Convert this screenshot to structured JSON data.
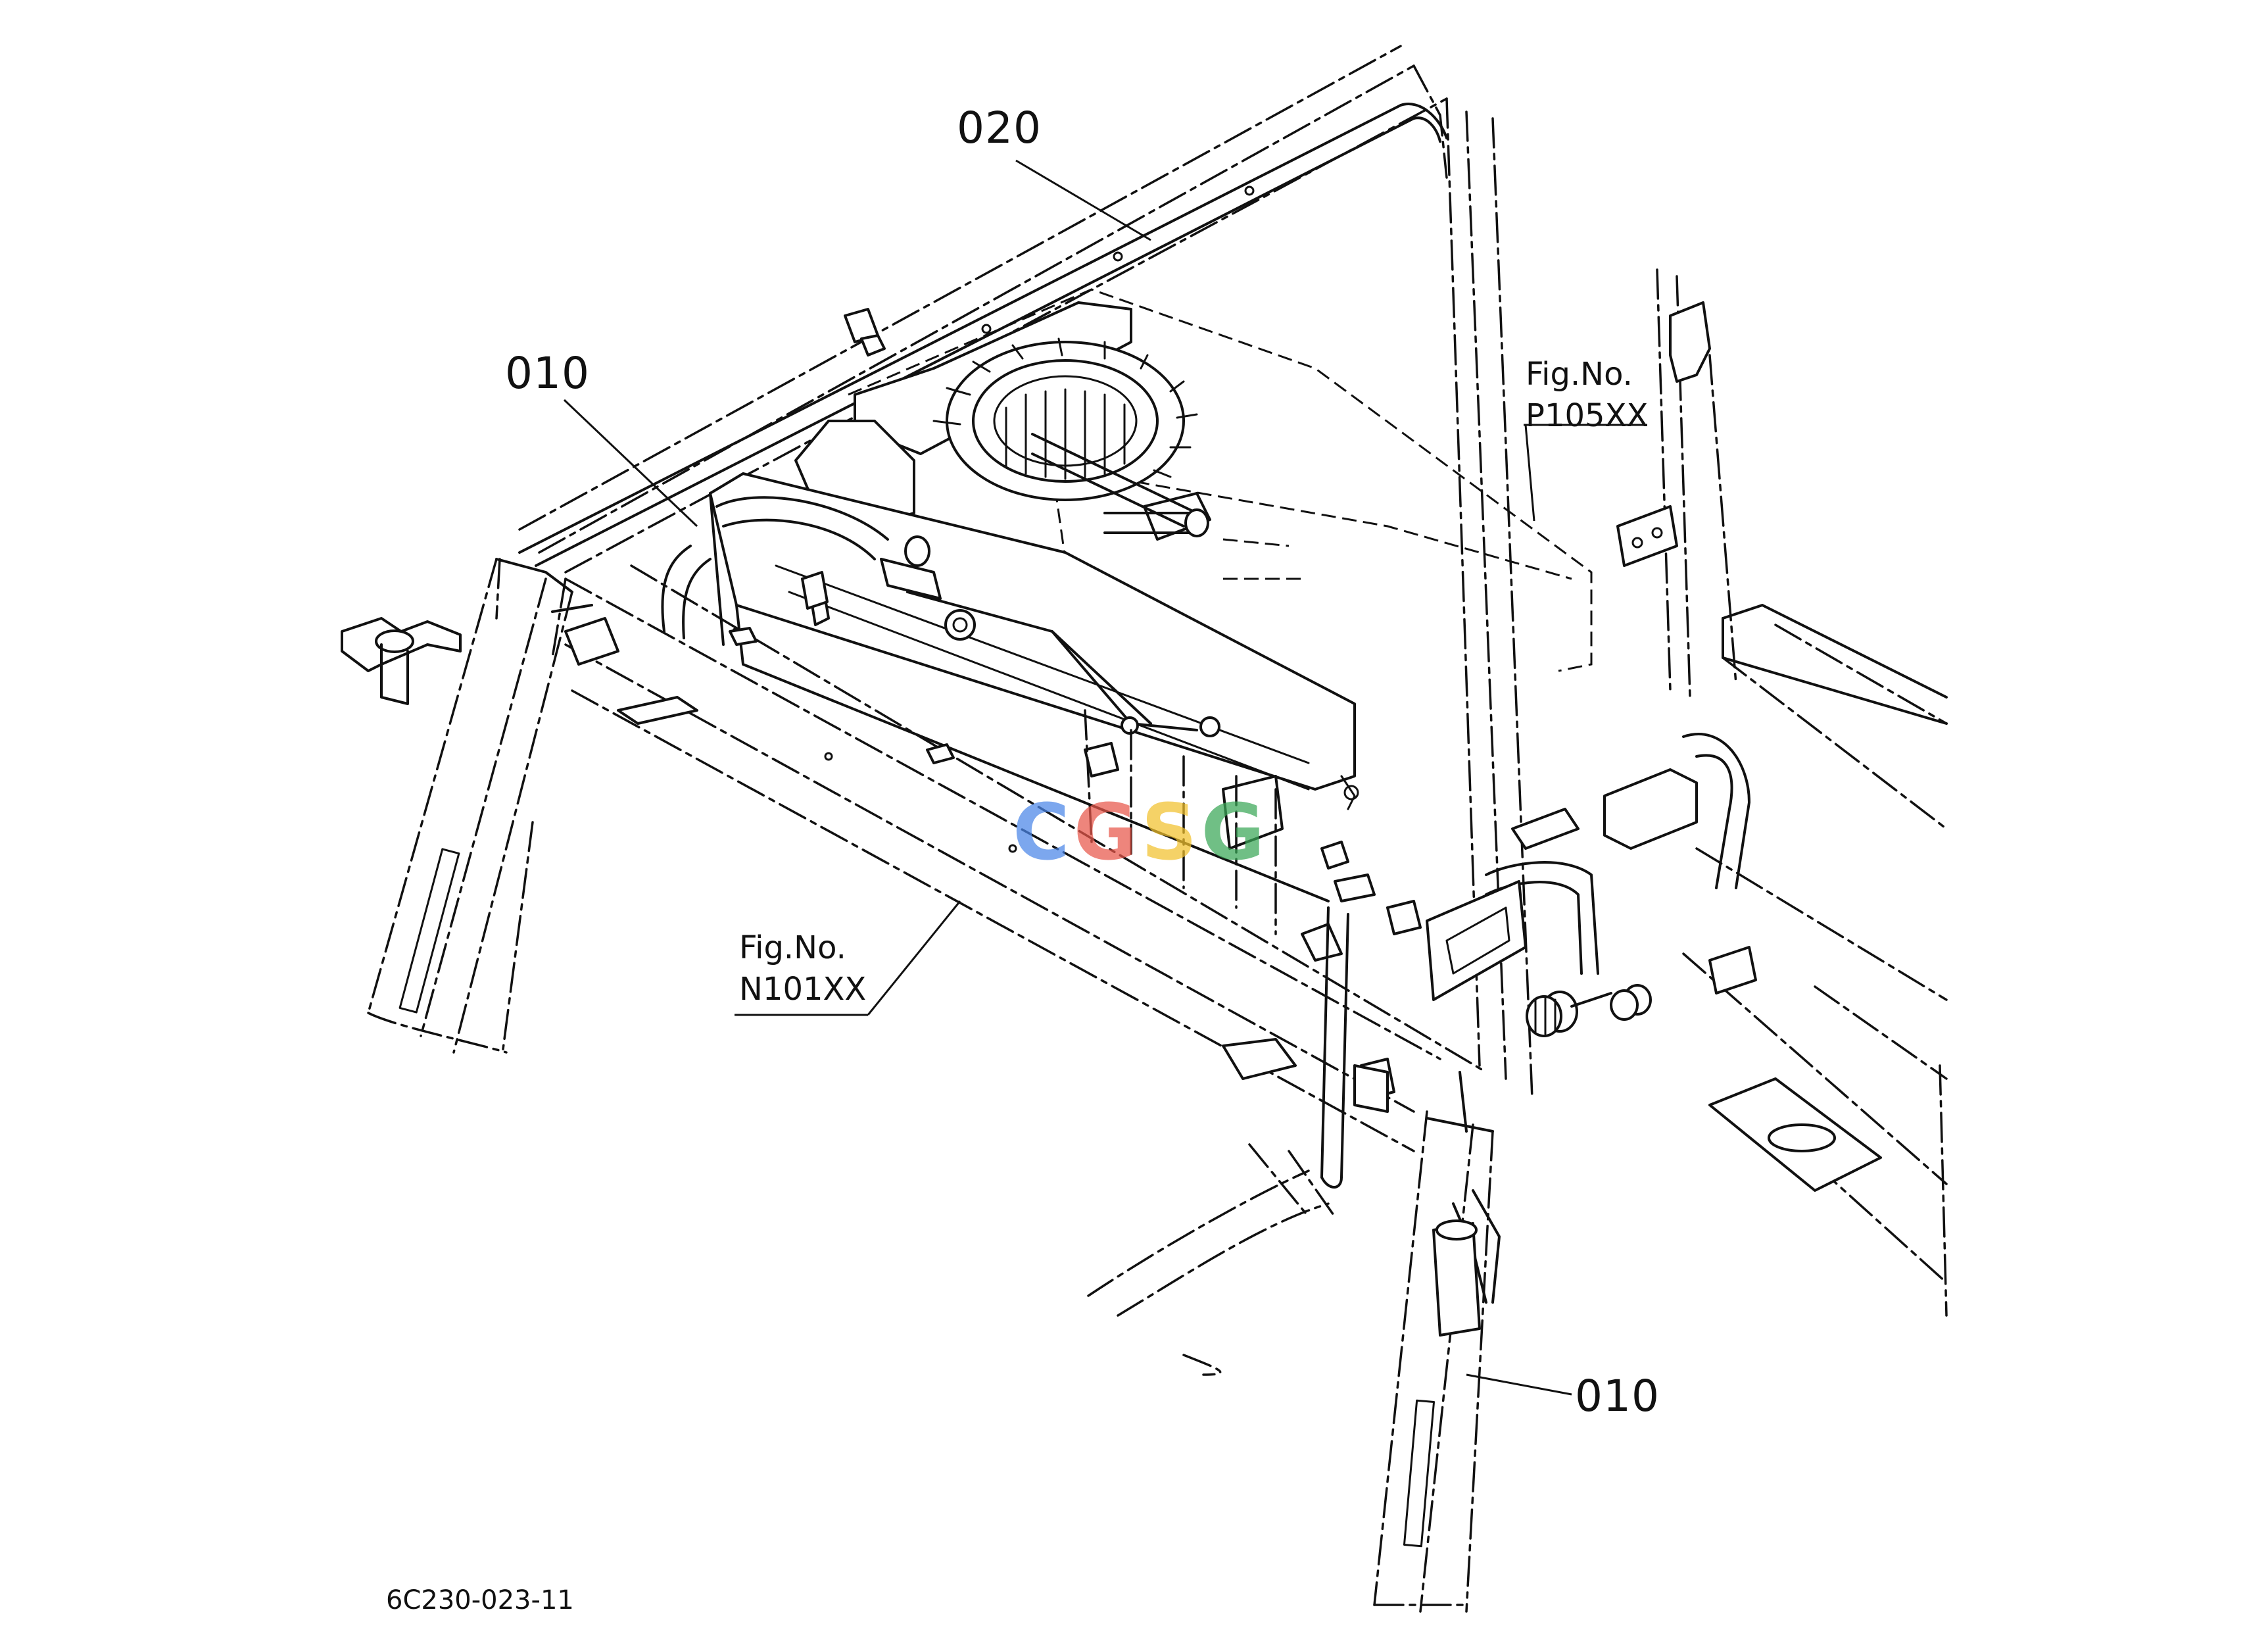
{
  "callouts": {
    "c020": "020",
    "c010_left": "010",
    "c010_right": "010"
  },
  "figure_refs": {
    "p105": {
      "line1": "Fig.No.",
      "line2": "P105XX"
    },
    "n101": {
      "line1": "Fig.No.",
      "line2": "N101XX"
    }
  },
  "drawing_code": "6C230-023-11",
  "watermark": {
    "letters": [
      "C",
      "G",
      "S",
      "G"
    ],
    "colors": [
      "#4a86e8",
      "#e8574a",
      "#f2c12e",
      "#3aa757"
    ]
  }
}
